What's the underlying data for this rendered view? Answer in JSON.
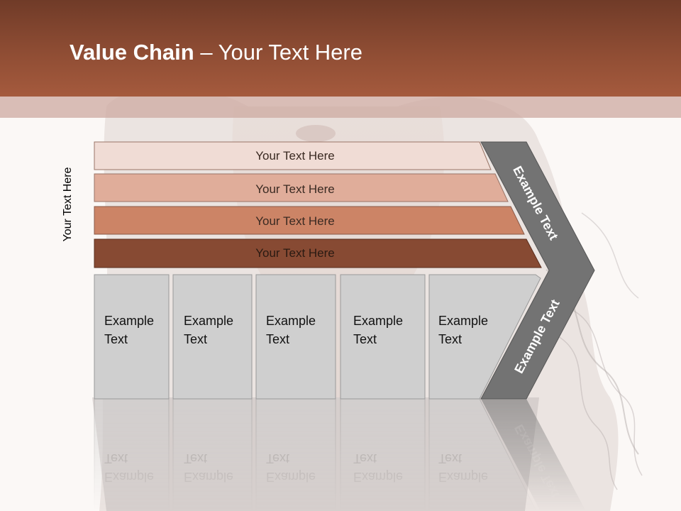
{
  "slide": {
    "title_bold": "Value Chain",
    "title_rest": " – Your Text Here",
    "side_label": "Your Text Here",
    "colors": {
      "header": "#8f4d34",
      "bar1": "#f0dcd5",
      "bar2": "#e0ad9a",
      "bar3": "#cc8466",
      "bar4": "#874a33",
      "cells": "#cfcfcf",
      "chevron": "#737373"
    }
  },
  "support_bars": [
    {
      "label": "Your Text Here"
    },
    {
      "label": "Your Text Here"
    },
    {
      "label": "Your Text Here"
    },
    {
      "label": "Your Text Here"
    }
  ],
  "primary_cells": [
    {
      "line1": "Example",
      "line2": "Text"
    },
    {
      "line1": "Example",
      "line2": "Text"
    },
    {
      "line1": "Example",
      "line2": "Text"
    },
    {
      "line1": "Example",
      "line2": "Text"
    },
    {
      "line1": "Example",
      "line2": "Text"
    }
  ],
  "chevron": {
    "upper_label": "Example Text",
    "lower_label": "Example Text"
  }
}
